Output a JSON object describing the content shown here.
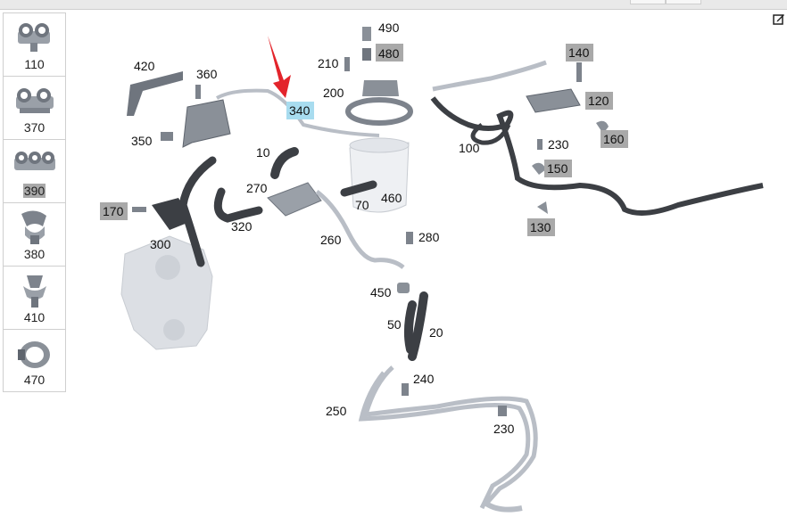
{
  "sidebar": {
    "items": [
      {
        "label": "110",
        "highlighted": false,
        "icon": "clip-double-icon"
      },
      {
        "label": "370",
        "highlighted": false,
        "icon": "clip-double-wide-icon"
      },
      {
        "label": "390",
        "highlighted": true,
        "icon": "clip-triple-icon"
      },
      {
        "label": "380",
        "highlighted": false,
        "icon": "clip-clamp-icon"
      },
      {
        "label": "410",
        "highlighted": false,
        "icon": "clip-pin-icon"
      },
      {
        "label": "470",
        "highlighted": false,
        "icon": "hose-clamp-icon"
      }
    ]
  },
  "callouts": {
    "c490": "490",
    "c480": "480",
    "c210": "210",
    "c200": "200",
    "c420": "420",
    "c360": "360",
    "c340": "340",
    "c350": "350",
    "c10": "10",
    "c270": "270",
    "c70": "70",
    "c460": "460",
    "c170": "170",
    "c300": "300",
    "c320": "320",
    "c260": "260",
    "c280": "280",
    "c450": "450",
    "c50": "50",
    "c20": "20",
    "c240": "240",
    "c250": "250",
    "c230b": "230",
    "c140": "140",
    "c120": "120",
    "c100": "100",
    "c230a": "230",
    "c160": "160",
    "c150": "150",
    "c130": "130"
  },
  "colors": {
    "highlight_grey": "#a9a9a9",
    "highlight_selected": "#a8dcef",
    "arrow": "#e3242b",
    "hose": "#3c3f44",
    "pipe": "#b9bec6",
    "pump": "#dcdfe4"
  },
  "toolbar": {
    "edit_icon": "edit-icon"
  }
}
